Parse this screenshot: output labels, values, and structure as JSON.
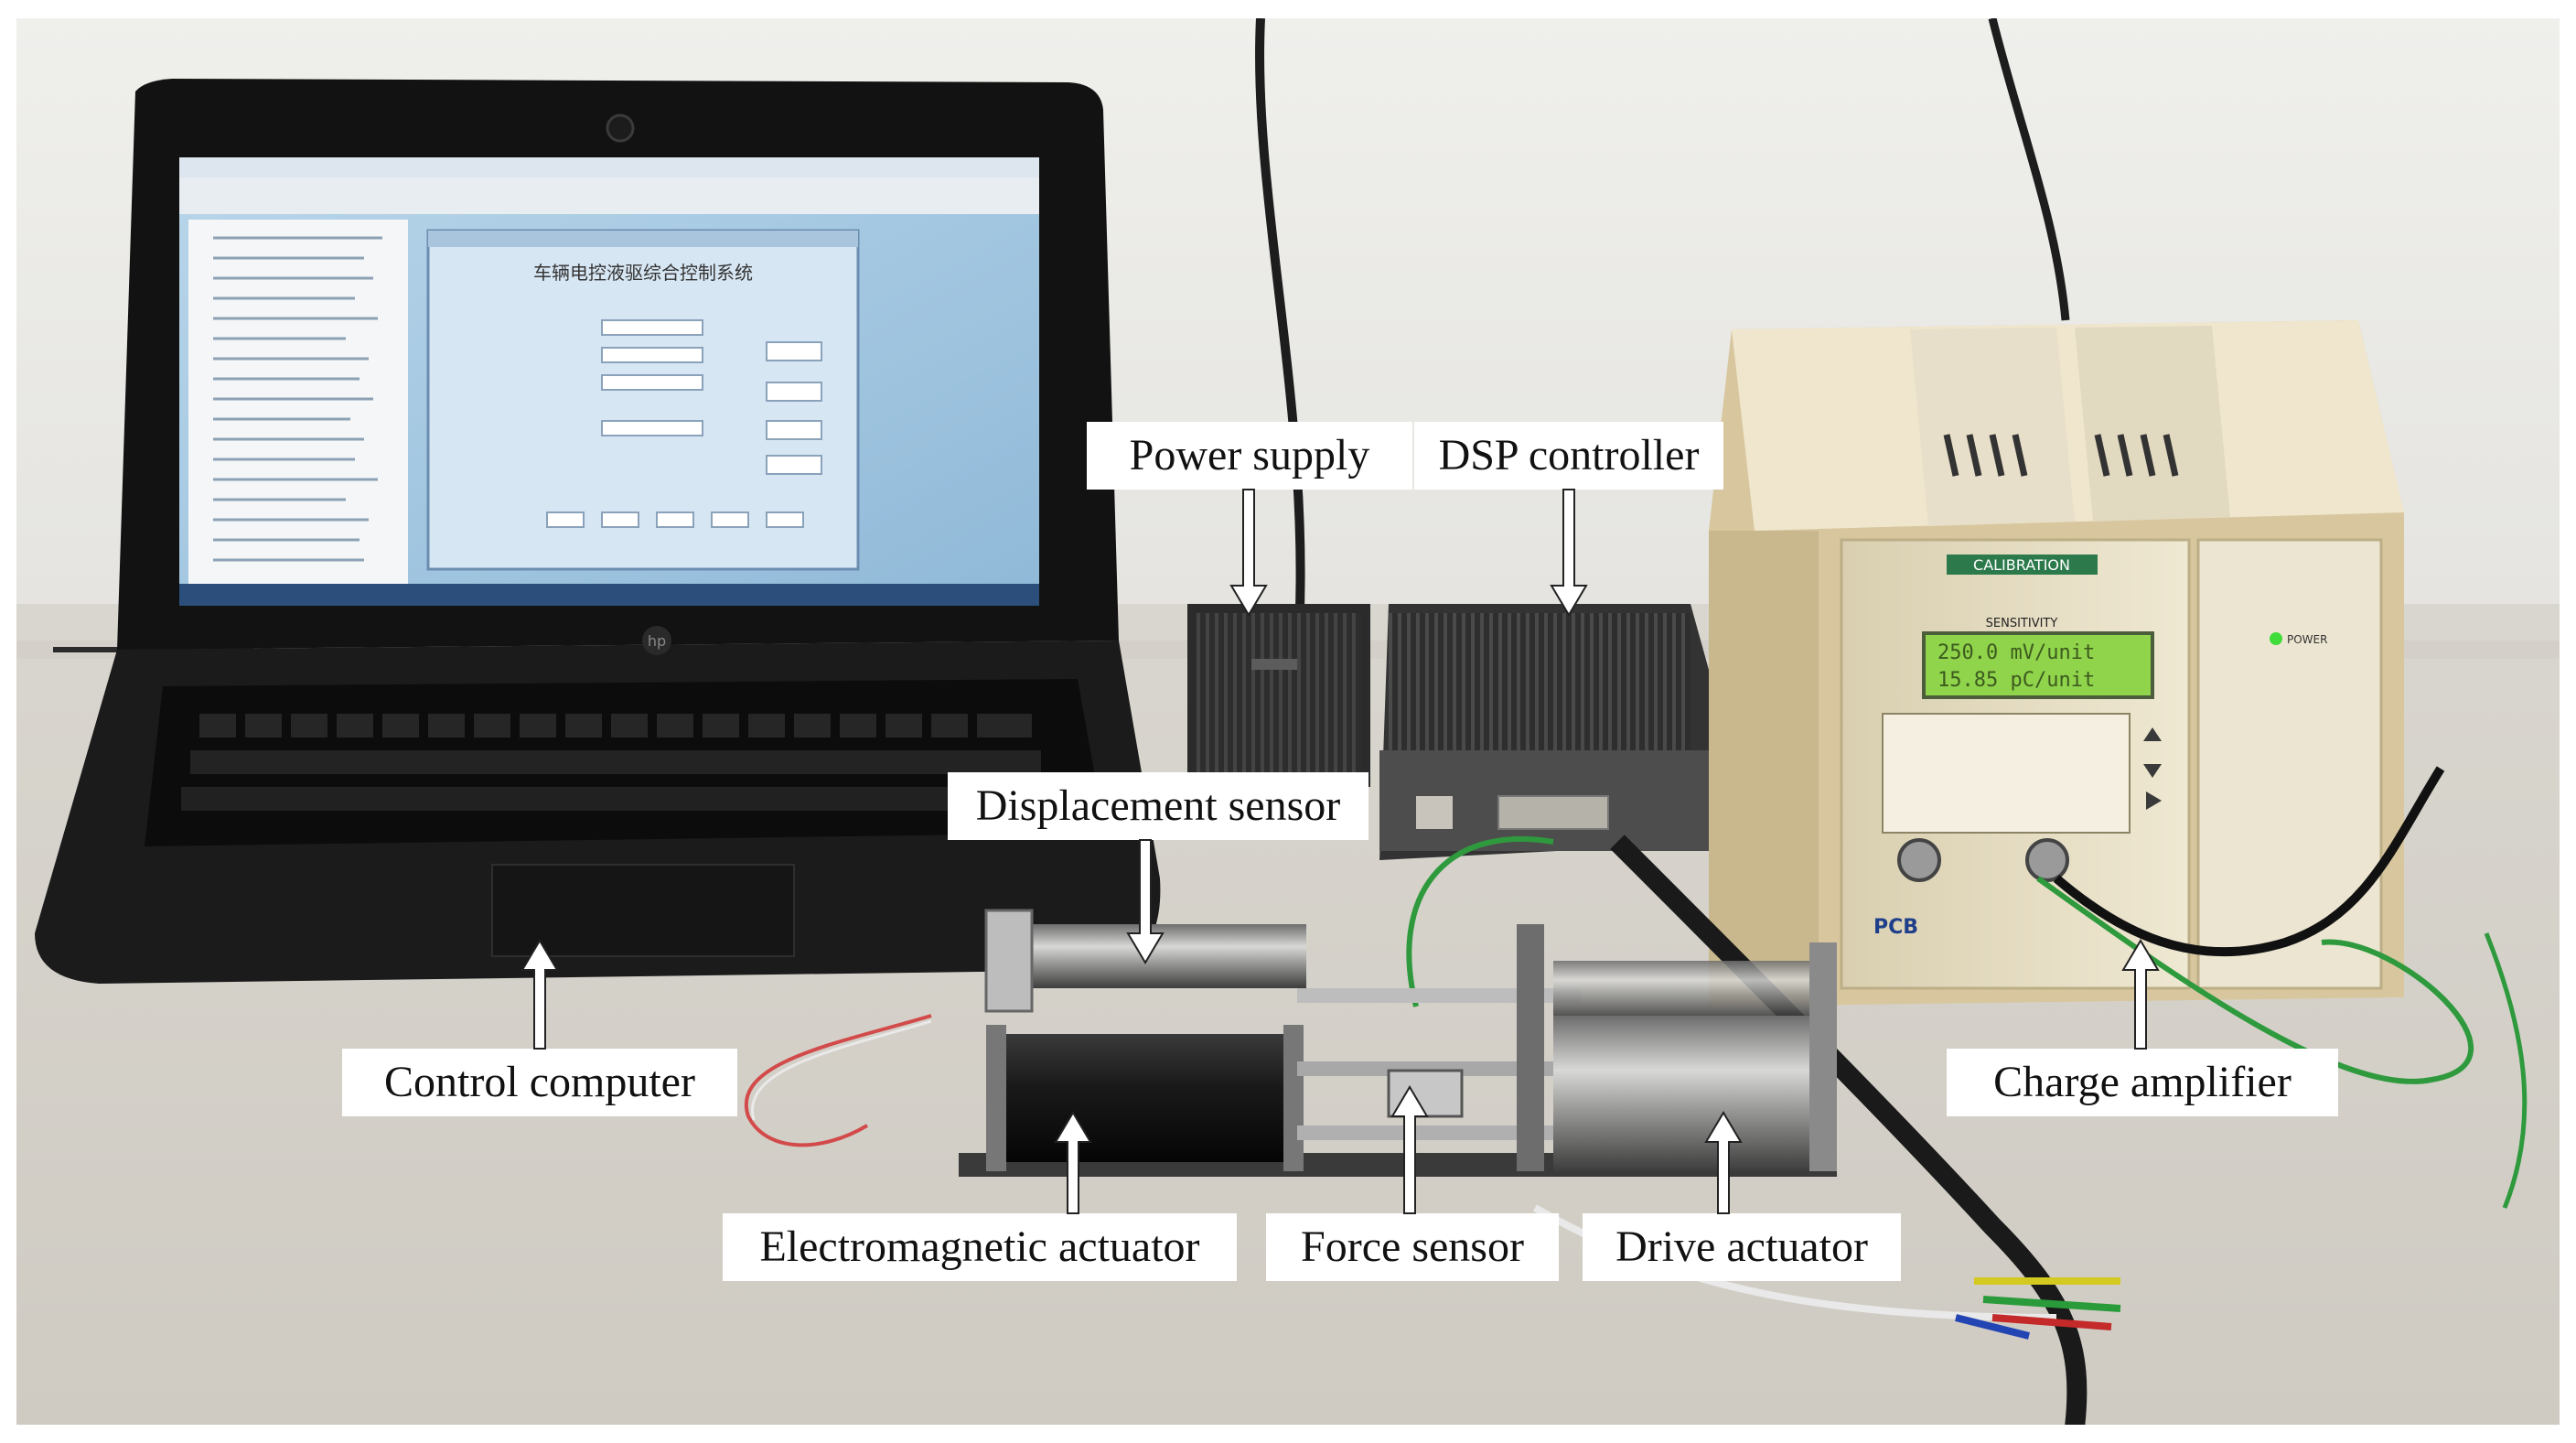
{
  "figure": {
    "kind": "Labeled photograph of a laboratory test setup",
    "labels": {
      "power_supply": "Power supply",
      "dsp_controller": "DSP controller",
      "displacement_sensor": "Displacement sensor",
      "control_computer": "Control computer",
      "charge_amplifier": "Charge amplifier",
      "electromagnetic_actuator": "Electromagnetic actuator",
      "force_sensor": "Force sensor",
      "drive_actuator": "Drive actuator"
    },
    "screen": {
      "app_title": "车辆电控液驱综合控制系统"
    },
    "amplifier_panel": {
      "calibration": "CALIBRATION",
      "sensitivity": "SENSITIVITY",
      "output_value": "250.0 mV/unit",
      "sensor_value": "15.85 pC/unit",
      "power": "POWER",
      "brand": "PCB"
    },
    "laptop_brand": "hp"
  }
}
